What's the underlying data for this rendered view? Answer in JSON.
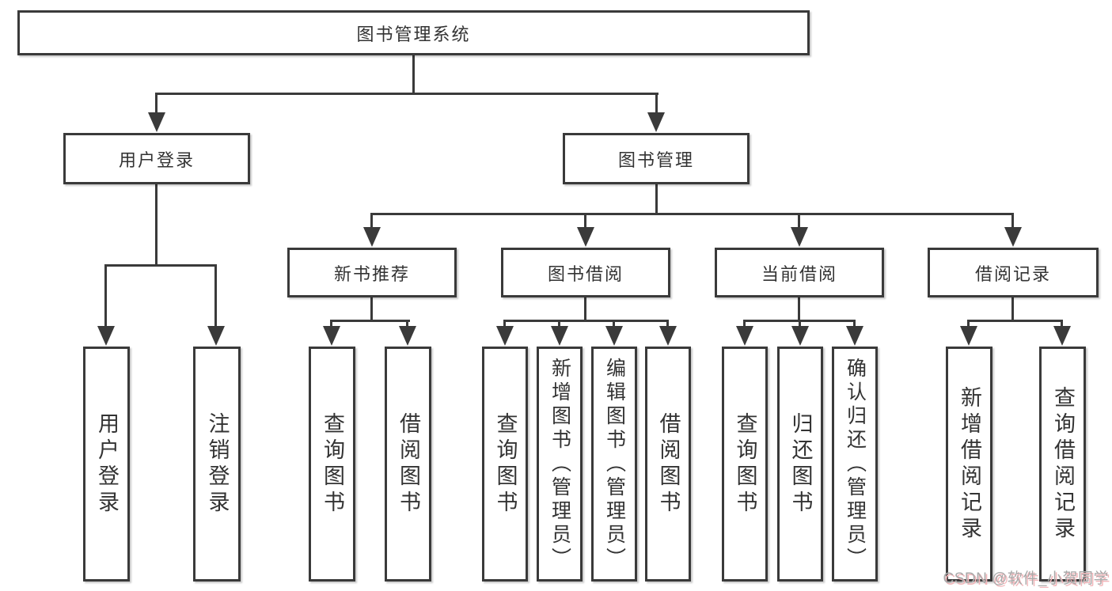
{
  "diagram": {
    "root": {
      "label": "图书管理系统"
    },
    "branches": [
      {
        "label": "用户登录",
        "leaves": [
          "用户登录",
          "注销登录"
        ]
      },
      {
        "label": "图书管理",
        "sections": [
          {
            "label": "新书推荐",
            "leaves": [
              "查询图书",
              "借阅图书"
            ]
          },
          {
            "label": "图书借阅",
            "leaves": [
              "查询图书",
              "新增图书（管理员）",
              "编辑图书（管理员）",
              "借阅图书"
            ]
          },
          {
            "label": "当前借阅",
            "leaves": [
              "查询图书",
              "归还图书",
              "确认归还（管理员）"
            ]
          },
          {
            "label": "借阅记录",
            "leaves": [
              "新增借阅记录",
              "查询借阅记录"
            ]
          }
        ]
      }
    ]
  },
  "colors": {
    "line": "#3a3a3a",
    "text": "#333333",
    "background": "#ffffff",
    "watermark_text": "#a9a9a9",
    "watermark_shadow": "#f2b6ba"
  },
  "watermark": {
    "text": "CSDN @软件_小贺同学"
  }
}
